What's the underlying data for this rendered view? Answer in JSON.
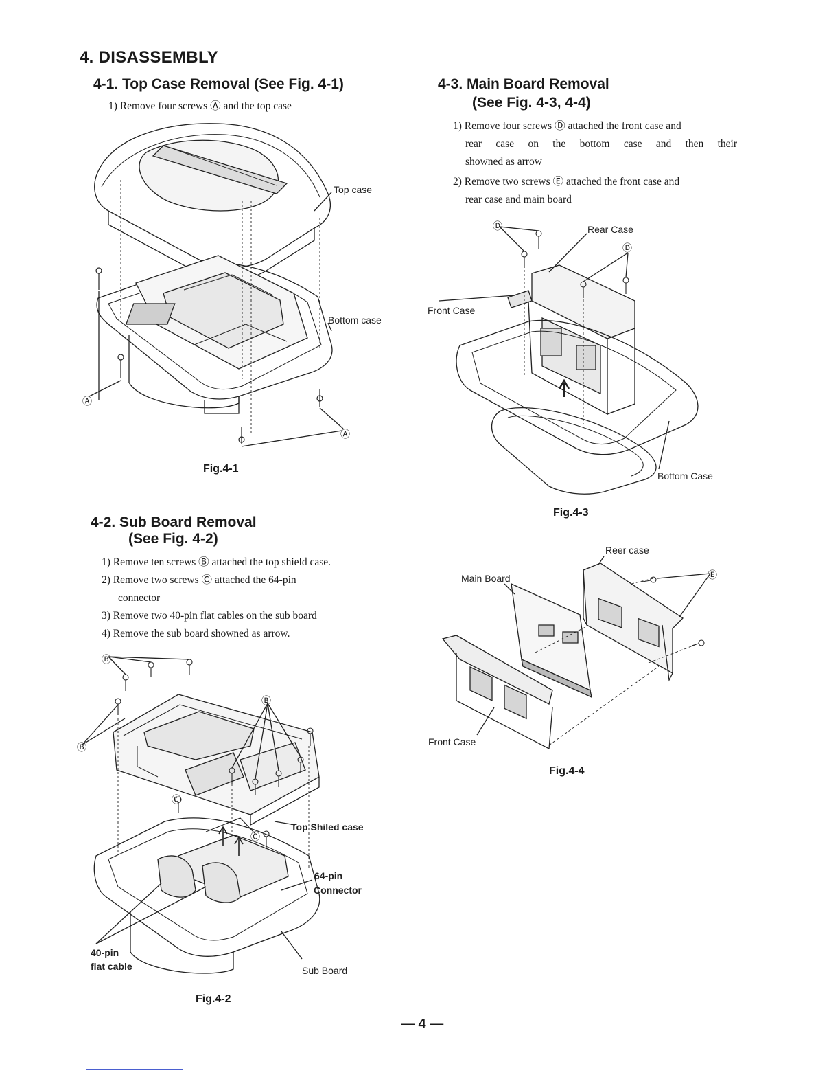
{
  "section_title": "4. DISASSEMBLY",
  "s41": {
    "heading": "4-1. Top Case Removal (See Fig. 4-1)",
    "steps": [
      "1) Remove four screws Ⓐ and the top case"
    ],
    "labels": {
      "top_case": "Top case",
      "bottom_case": "Bottom case",
      "callout_a1": "Ⓐ",
      "callout_a2": "Ⓐ"
    },
    "caption": "Fig.4-1"
  },
  "s42": {
    "heading_line1": "4-2. Sub Board Removal",
    "heading_line2": "(See Fig. 4-2)",
    "steps": [
      "1) Remove ten screws Ⓑ attached the top shield case.",
      "2) Remove two screws Ⓒ attached the 64-pin",
      "connector",
      "3) Remove two 40-pin flat cables on the sub board",
      "4) Remove the sub board showned as arrow."
    ],
    "labels": {
      "callout_b1": "Ⓑ",
      "callout_b2": "Ⓑ",
      "callout_b3": "Ⓑ",
      "callout_c1": "Ⓒ",
      "callout_c2": "Ⓒ",
      "top_shield": "Top Shiled case",
      "connector_l1": "64-pin",
      "connector_l2": "Connector",
      "flat_l1": "40-pin",
      "flat_l2": "flat cable",
      "sub_board": "Sub Board"
    },
    "caption": "Fig.4-2"
  },
  "s43": {
    "heading_line1": "4-3. Main Board Removal",
    "heading_line2": "(See Fig. 4-3, 4-4)",
    "steps": [
      "1) Remove four screws Ⓓ attached the front case and",
      "rear case on the bottom case and then their",
      "showned as arrow",
      "2) Remove two screws Ⓔ attached the front case and",
      "rear case and main board"
    ],
    "labels3": {
      "callout_d1": "Ⓓ",
      "callout_d2": "Ⓓ",
      "rear_case": "Rear Case",
      "front_case": "Front Case",
      "bottom_case": "Bottom Case"
    },
    "caption3": "Fig.4-3",
    "labels4": {
      "rear_case": "Reer case",
      "main_board": "Main Board",
      "front_case": "Front Case",
      "callout_e": "Ⓔ"
    },
    "caption4": "Fig.4-4"
  },
  "page_number": "— 4 —"
}
